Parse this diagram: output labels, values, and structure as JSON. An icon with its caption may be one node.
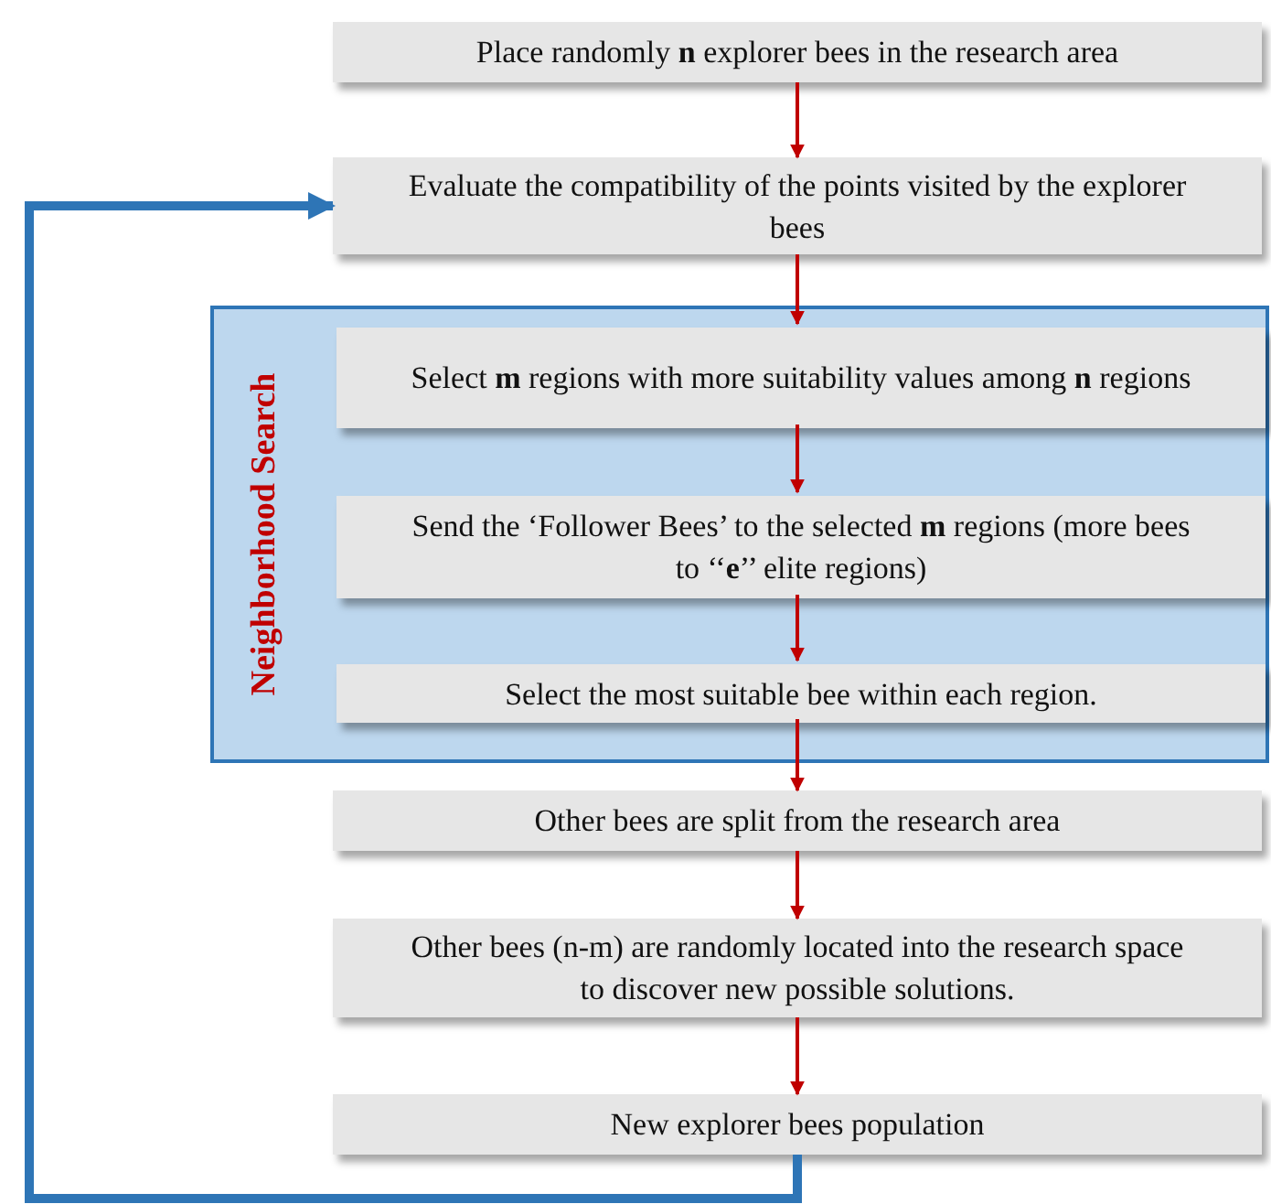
{
  "diagram": {
    "nodes": [
      {
        "text": [
          "Place randomly **n** explorer bees in the research area"
        ]
      },
      {
        "text": [
          "Evaluate the compatibility of the points visited by the explorer bees"
        ]
      },
      {
        "text": [
          "Neighborhood Search"
        ]
      },
      {
        "text": [
          "Select **m** regions with more suitability values among **n** regions"
        ],
        "in": 2
      },
      {
        "text": [
          "Send the ‘Follower Bees’ to the selected **m** regions (more bees to ‘‘**e**’’ elite regions)"
        ],
        "in": 2
      },
      {
        "text": [
          "Select the most suitable bee within each region."
        ],
        "in": 2
      },
      {
        "text": [
          "Other bees are split from the research area"
        ]
      },
      {
        "text": [
          "Other bees (n-m) are randomly located into the research space to discover new possible solutions."
        ]
      },
      {
        "text": [
          "New explorer bees population"
        ]
      }
    ],
    "edges": [
      {
        "from": 0,
        "to": 1,
        "arrow": "to"
      },
      {
        "from": 1,
        "to": 3,
        "arrow": "to"
      },
      {
        "from": 3,
        "to": 4,
        "arrow": "to"
      },
      {
        "from": 4,
        "to": 5,
        "arrow": "to"
      },
      {
        "from": 5,
        "to": 6,
        "arrow": "to"
      },
      {
        "from": 6,
        "to": 7,
        "arrow": "to"
      },
      {
        "from": 7,
        "to": 8,
        "arrow": "to"
      },
      {
        "from": 8,
        "to": 1,
        "arrow": "to",
        "style": "thick",
        "color": "#2e75b6"
      }
    ]
  }
}
